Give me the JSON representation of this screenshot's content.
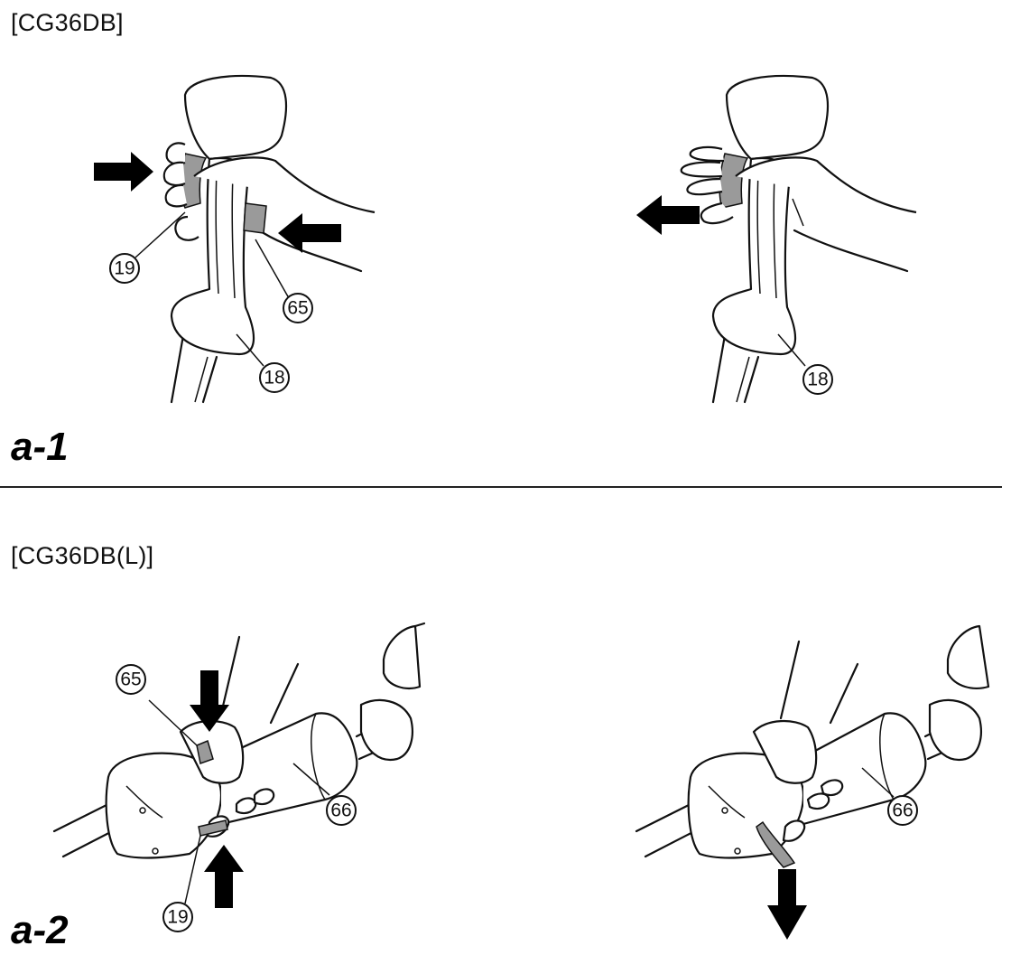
{
  "sections": [
    {
      "model": "[CG36DB]",
      "fig_label": "a-1"
    },
    {
      "model": "[CG36DB(L)]",
      "fig_label": "a-2"
    }
  ],
  "callouts": {
    "top_left_throttle_lever": "19",
    "top_left_lock_lever": "65",
    "top_left_handle": "18",
    "top_right_handle": "18",
    "bottom_left_lock_lever": "65",
    "bottom_left_grip": "66",
    "bottom_left_throttle_lever": "19",
    "bottom_right_grip": "66"
  },
  "colors": {
    "ink": "#111111",
    "shade": "#9a9a9a"
  }
}
